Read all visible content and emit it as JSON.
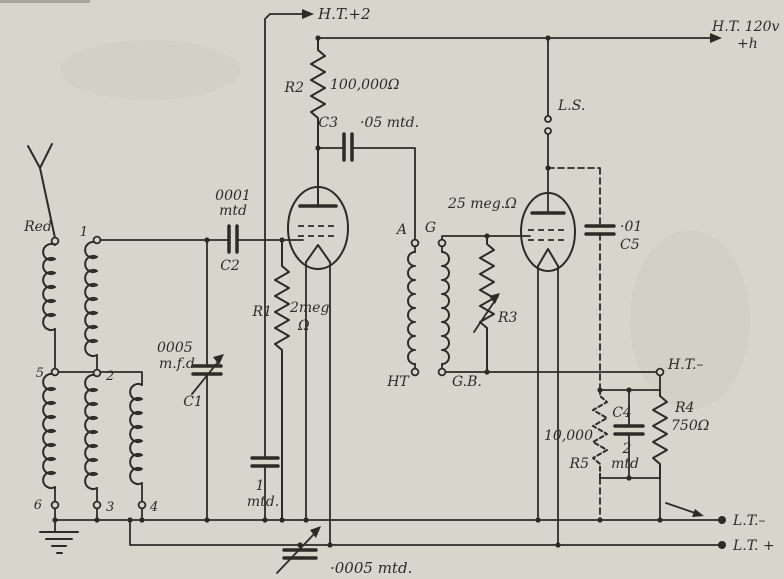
{
  "diagram": {
    "kind": "hand-drawn valve wireless receiver circuit schematic (scanned book figure)",
    "ink_color": "#2d2b26",
    "paper_color": "#d8d5cc",
    "labels": {
      "ht_plus_2": "H.T.+2",
      "ht_120v": "H.T. 120v",
      "ht_120v_sub": "+h",
      "r2_name": "R2",
      "r2_value": "100,000Ω",
      "c3_name": "C3",
      "c3_value": "·05 mtd.",
      "c2_value_line1": "0001",
      "c2_value_line2": "mtd",
      "c2_name": "C2",
      "aerial_red": "Red",
      "tap1": "1",
      "tap2": "2",
      "tap3": "3",
      "tap4": "4",
      "tap5": "5",
      "tap6": "6",
      "c1_value_line1": "0005",
      "c1_value_line2": "m.f.d",
      "c1_name": "C1",
      "r1_name": "R1",
      "r1_value": "2meg",
      "r1_unit": "Ω",
      "grid_res_value": "25 meg.Ω",
      "r3_name": "R3",
      "xfmr_a": "A",
      "xfmr_g": "G",
      "xfmr_ht": "HT",
      "xfmr_gb": "G.B.",
      "ls": "L.S.",
      "c5_value": "·01",
      "c5_name": "C5",
      "ht_minus": "H.T.–",
      "r4_name": "R4",
      "r4_value": "750Ω",
      "c4_name": "C4",
      "c4_value": "2",
      "c4_unit": "mtd",
      "r5_value": "10,000",
      "r5_name": "R5",
      "bypass_value": "1",
      "bypass_unit": "mtd.",
      "lt_minus": "L.T.–",
      "lt_plus": "L.T. +",
      "reaction_value": "·0005 mtd."
    }
  }
}
